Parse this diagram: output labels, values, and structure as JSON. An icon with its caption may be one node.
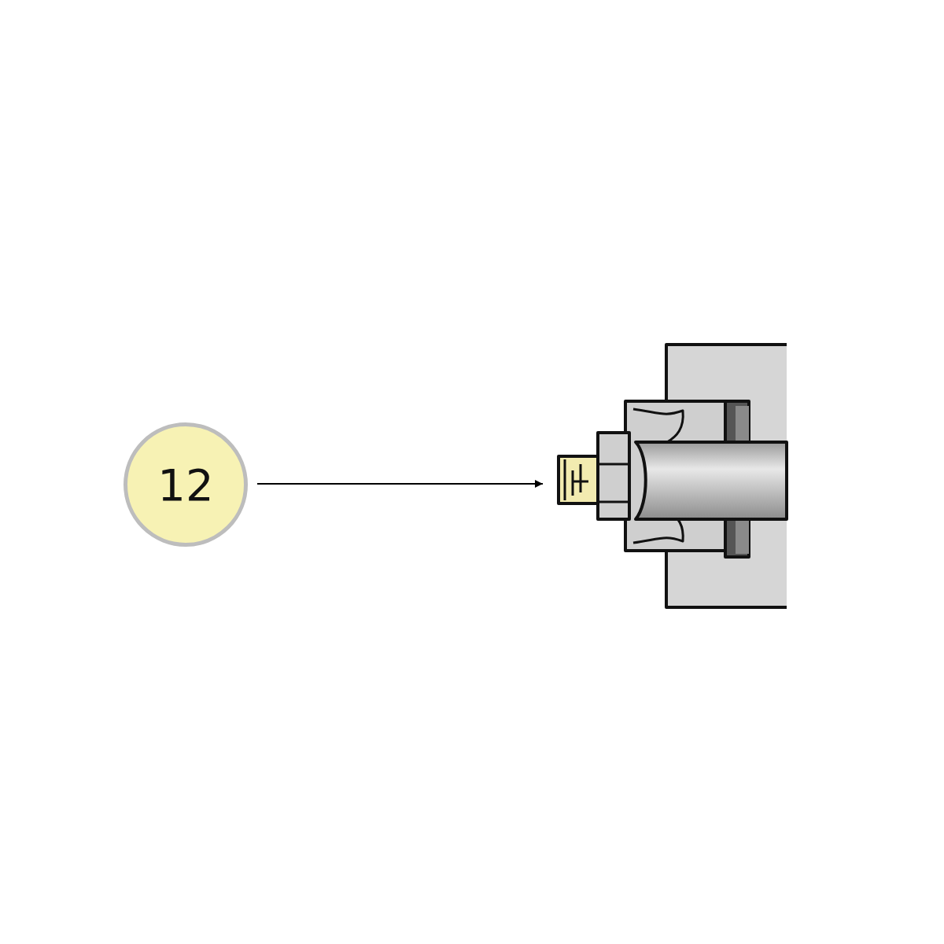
{
  "diagram": {
    "nodes": [
      {
        "text": [
          "12"
        ]
      },
      {
        "text": [],
        "shape": "picture"
      }
    ],
    "edges": [
      {
        "from": 0,
        "to": 1,
        "arrow": "to"
      }
    ]
  }
}
